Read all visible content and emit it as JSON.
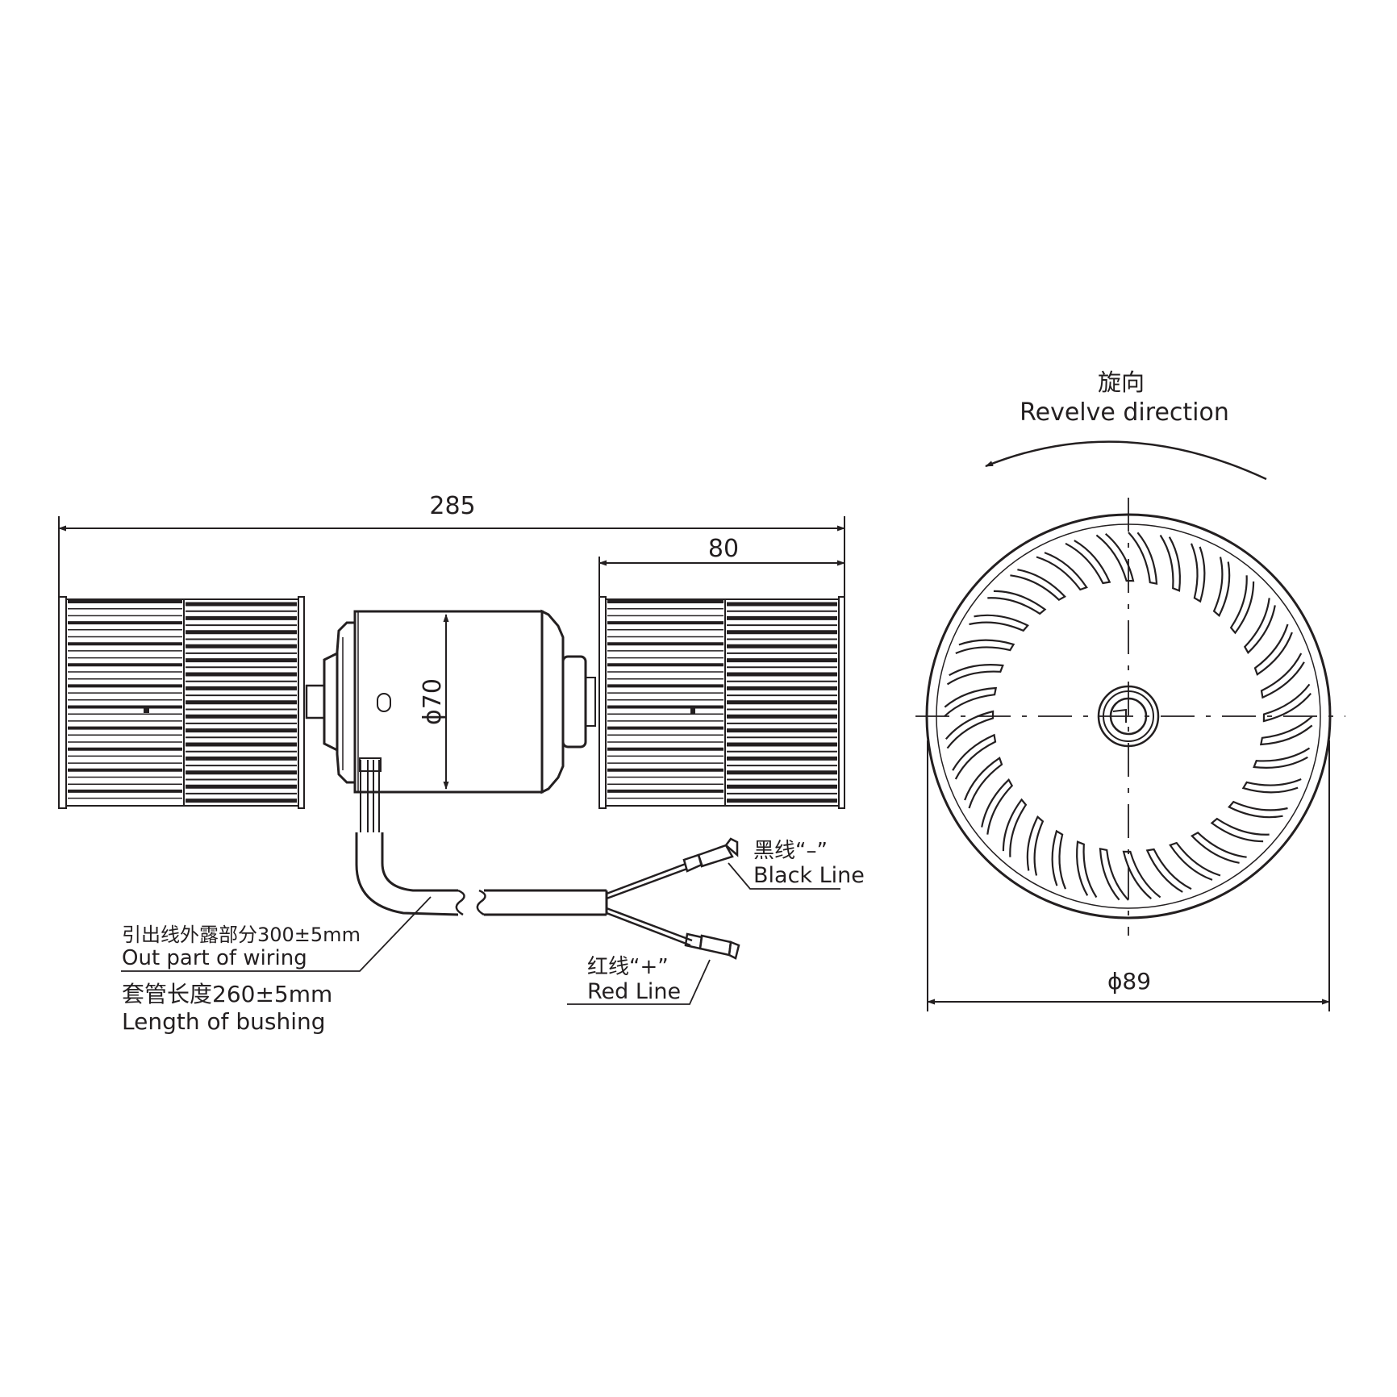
{
  "colors": {
    "ink": "#231f20",
    "background": "#ffffff"
  },
  "dimensions": {
    "overall_length": "285",
    "wheel_length": "80",
    "motor_diameter": "ϕ70",
    "wheel_diameter": "ϕ89"
  },
  "rotation": {
    "label_cn": "旋向",
    "label_en": "Revelve direction"
  },
  "wires": {
    "black_cn": "黑线“–”",
    "black_en": "Black Line",
    "red_cn": "红线“+”",
    "red_en": "Red Line"
  },
  "notes": {
    "wiring_cn": "引出线外露部分300±5mm",
    "wiring_en": "Out part of wiring",
    "bushing_cn": "套管长度260±5mm",
    "bushing_en": "Length of bushing"
  }
}
